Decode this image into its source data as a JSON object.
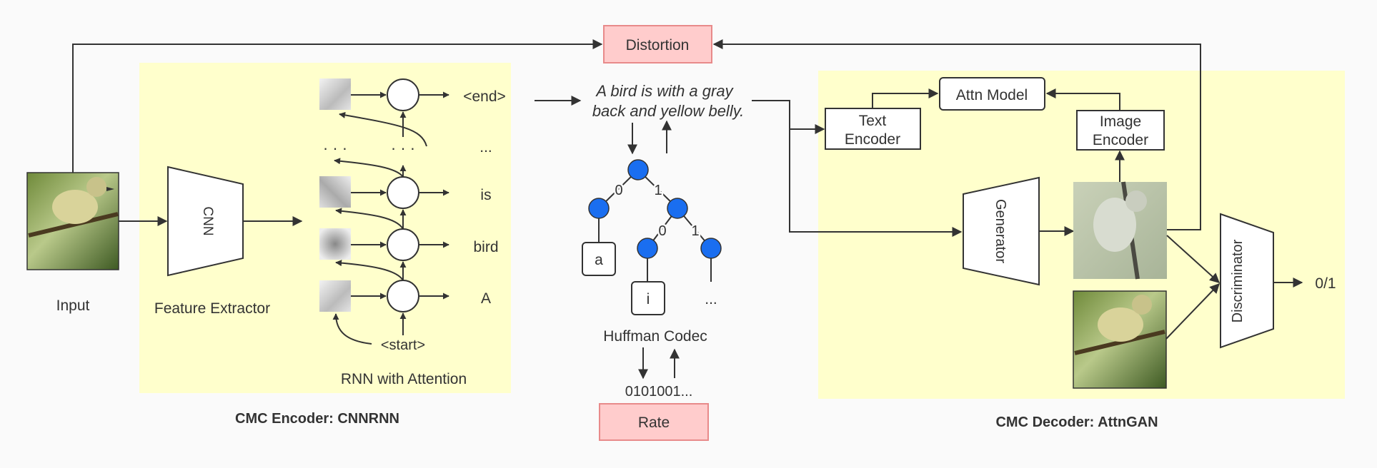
{
  "colors": {
    "panel": "#ffffcc",
    "node": "#1a6ef0",
    "pink_fill": "#ffcccc",
    "pink_stroke": "#e88a8a",
    "stroke": "#333333",
    "bg": "#fafafa"
  },
  "top": {
    "distortion": "Distortion",
    "rate": "Rate"
  },
  "encoder": {
    "input_label": "Input",
    "cnn": "CNN",
    "feature_extractor": "Feature Extractor",
    "rnn_label": "RNN with Attention",
    "start_token": "<start>",
    "words": [
      "A",
      "bird",
      "is",
      "...",
      "<end>"
    ],
    "caption": "CMC Encoder: CNNRNN"
  },
  "codec": {
    "sentence_line1": "A bird is with a gray",
    "sentence_line2": "back and yellow belly.",
    "edge_0": "0",
    "edge_1": "1",
    "leaf_a": "a",
    "leaf_i": "i",
    "leaf_more": "...",
    "label": "Huffman Codec",
    "bits": "0101001..."
  },
  "decoder": {
    "text_encoder_1": "Text",
    "text_encoder_2": "Encoder",
    "attn_model": "Attn Model",
    "image_encoder_1": "Image",
    "image_encoder_2": "Encoder",
    "generator": "Generator",
    "discriminator": "Discriminator",
    "output": "0/1",
    "caption": "CMC Decoder: AttnGAN"
  }
}
